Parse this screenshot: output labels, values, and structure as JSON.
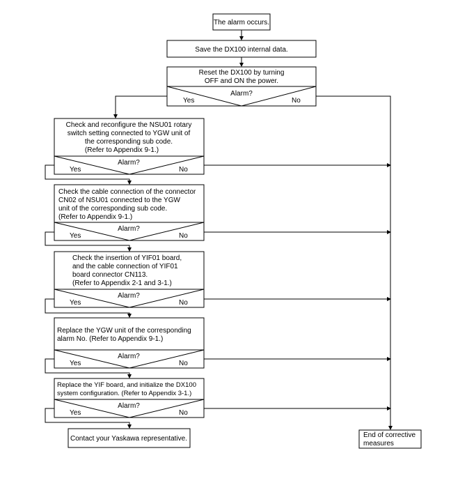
{
  "start": {
    "text": "The alarm occurs."
  },
  "save": {
    "text": "Save the DX100 internal data."
  },
  "reset": {
    "lines": [
      "Reset the DX100 by turning",
      "OFF and ON the power."
    ],
    "question": "Alarm?",
    "yes": "Yes",
    "no": "No"
  },
  "steps": [
    {
      "lines": [
        "Check and reconfigure the NSU01 rotary",
        "switch setting connected to YGW unit of",
        "the corresponding sub code.",
        "(Refer to Appendix 9-1.)"
      ],
      "question": "Alarm?",
      "yes": "Yes",
      "no": "No"
    },
    {
      "lines": [
        "Check the cable connection of the connector",
        "CN02 of NSU01 connected to the YGW",
        "unit of the corresponding sub code.",
        "(Refer to Appendix 9-1.)"
      ],
      "question": "Alarm?",
      "yes": "Yes",
      "no": "No"
    },
    {
      "lines": [
        "Check the insertion of YIF01 board,",
        "and the cable connection of YIF01",
        "board connector CN113.",
        "(Refer to Appendix 2-1 and 3-1.)"
      ],
      "question": "Alarm?",
      "yes": "Yes",
      "no": "No"
    },
    {
      "lines": [
        "Replace the YGW unit of the corresponding",
        "alarm No. (Refer to Appendix 9-1.)"
      ],
      "question": "Alarm?",
      "yes": "Yes",
      "no": "No"
    },
    {
      "lines": [
        "Replace the YIF board, and initialize the DX100",
        "system configuration. (Refer to Appendix 3-1.)"
      ],
      "question": "Alarm?",
      "yes": "Yes",
      "no": "No"
    }
  ],
  "contact": {
    "text": "Contact your Yaskawa representative."
  },
  "end": {
    "lines": [
      "End of corrective",
      "measures"
    ]
  }
}
